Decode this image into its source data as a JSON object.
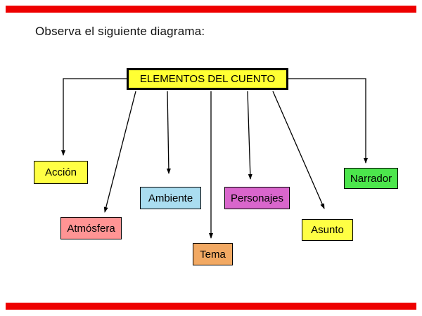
{
  "title": "Observa el siguiente diagrama:",
  "accent_color": "#ee0000",
  "diagram": {
    "root": {
      "label": "ELEMENTOS DEL CUENTO",
      "bg": "#ffff33"
    },
    "nodes": [
      {
        "id": "accion",
        "label": "Acción",
        "bg": "#ffff44"
      },
      {
        "id": "atmosfera",
        "label": "Atmósfera",
        "bg": "#ff9494"
      },
      {
        "id": "ambiente",
        "label": "Ambiente",
        "bg": "#aaddf0"
      },
      {
        "id": "tema",
        "label": "Tema",
        "bg": "#f2a963"
      },
      {
        "id": "personajes",
        "label": "Personajes",
        "bg": "#d966cc"
      },
      {
        "id": "asunto",
        "label": "Asunto",
        "bg": "#ffff44"
      },
      {
        "id": "narrador",
        "label": "Narrador",
        "bg": "#4ce64c"
      }
    ]
  }
}
